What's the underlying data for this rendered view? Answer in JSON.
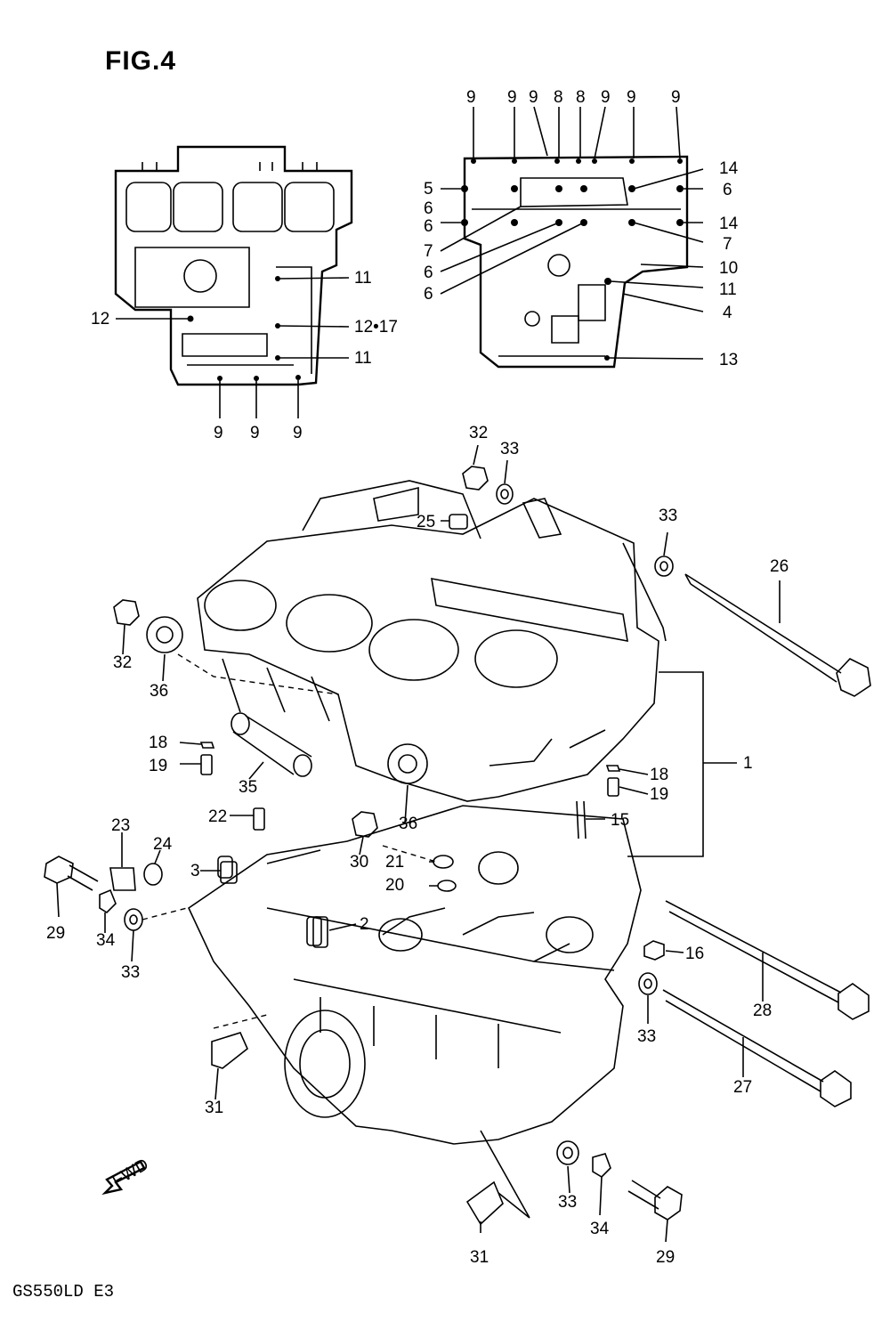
{
  "figure": {
    "title": "FIG.4",
    "model_code": "GS550LD E3",
    "forward_marker": "FWD"
  },
  "callouts": [
    {
      "id": "c-9a",
      "label": "9"
    },
    {
      "id": "c-9b",
      "label": "9"
    },
    {
      "id": "c-9c",
      "label": "9"
    },
    {
      "id": "c-8a",
      "label": "8"
    },
    {
      "id": "c-8b",
      "label": "8"
    },
    {
      "id": "c-9d",
      "label": "9"
    },
    {
      "id": "c-9e",
      "label": "9"
    },
    {
      "id": "c-9f",
      "label": "9"
    },
    {
      "id": "c-14a",
      "label": "14"
    },
    {
      "id": "c-5",
      "label": "5"
    },
    {
      "id": "c-6r",
      "label": "6"
    },
    {
      "id": "c-6a",
      "label": "6"
    },
    {
      "id": "c-6b",
      "label": "6"
    },
    {
      "id": "c-14b",
      "label": "14"
    },
    {
      "id": "c-7a",
      "label": "7"
    },
    {
      "id": "c-7b",
      "label": "7"
    },
    {
      "id": "c-6c",
      "label": "6"
    },
    {
      "id": "c-10",
      "label": "10"
    },
    {
      "id": "c-6d",
      "label": "6"
    },
    {
      "id": "c-11r",
      "label": "11"
    },
    {
      "id": "c-4",
      "label": "4"
    },
    {
      "id": "c-13",
      "label": "13"
    },
    {
      "id": "c-11a",
      "label": "11"
    },
    {
      "id": "c-12",
      "label": "12"
    },
    {
      "id": "c-12-17",
      "label": "12•17"
    },
    {
      "id": "c-11b",
      "label": "11"
    },
    {
      "id": "c-9g",
      "label": "9"
    },
    {
      "id": "c-9h",
      "label": "9"
    },
    {
      "id": "c-9i",
      "label": "9"
    },
    {
      "id": "c-32a",
      "label": "32"
    },
    {
      "id": "c-33a",
      "label": "33"
    },
    {
      "id": "c-25",
      "label": "25"
    },
    {
      "id": "c-33b",
      "label": "33"
    },
    {
      "id": "c-26",
      "label": "26"
    },
    {
      "id": "c-32b",
      "label": "32"
    },
    {
      "id": "c-36a",
      "label": "36"
    },
    {
      "id": "c-18a",
      "label": "18"
    },
    {
      "id": "c-19a",
      "label": "19"
    },
    {
      "id": "c-35",
      "label": "35"
    },
    {
      "id": "c-36b",
      "label": "36"
    },
    {
      "id": "c-1",
      "label": "1"
    },
    {
      "id": "c-18b",
      "label": "18"
    },
    {
      "id": "c-19b",
      "label": "19"
    },
    {
      "id": "c-15",
      "label": "15"
    },
    {
      "id": "c-22",
      "label": "22"
    },
    {
      "id": "c-23",
      "label": "23"
    },
    {
      "id": "c-24",
      "label": "24"
    },
    {
      "id": "c-3",
      "label": "3"
    },
    {
      "id": "c-30",
      "label": "30"
    },
    {
      "id": "c-21",
      "label": "21"
    },
    {
      "id": "c-20",
      "label": "20"
    },
    {
      "id": "c-2",
      "label": "2"
    },
    {
      "id": "c-29a",
      "label": "29"
    },
    {
      "id": "c-34a",
      "label": "34"
    },
    {
      "id": "c-33c",
      "label": "33"
    },
    {
      "id": "c-16",
      "label": "16"
    },
    {
      "id": "c-28",
      "label": "28"
    },
    {
      "id": "c-33d",
      "label": "33"
    },
    {
      "id": "c-27",
      "label": "27"
    },
    {
      "id": "c-31a",
      "label": "31"
    },
    {
      "id": "c-33e",
      "label": "33"
    },
    {
      "id": "c-34b",
      "label": "34"
    },
    {
      "id": "c-29b",
      "label": "29"
    },
    {
      "id": "c-31b",
      "label": "31"
    }
  ]
}
